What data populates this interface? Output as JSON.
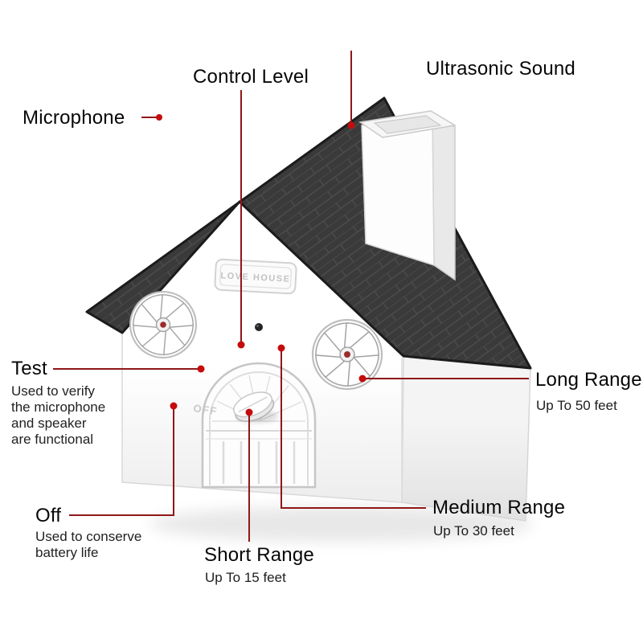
{
  "diagram": {
    "labels": {
      "control_level": "Control Level",
      "ultrasonic_sound": "Ultrasonic Sound",
      "microphone": "Microphone",
      "test": "Test",
      "test_description_lines": [
        "Used to verify",
        "the microphone",
        "and speaker",
        "are functional"
      ],
      "long_range": "Long Range",
      "long_range_sub": "Up To 50 feet",
      "medium_range": "Medium Range",
      "medium_range_sub": "Up To 30 feet",
      "short_range": "Short Range",
      "short_range_sub": "Up To 15 feet",
      "off": "Off",
      "off_description_lines": [
        "Used to conserve",
        "battery life"
      ]
    },
    "device": {
      "plaque_text": "LOVE HOUSE",
      "dial_position_text": "OFF"
    },
    "colors": {
      "connector_line": "#8f1717",
      "marker_dot": "#c40c0c",
      "roof": "#3a3a3a",
      "wall": "#ffffff"
    }
  }
}
